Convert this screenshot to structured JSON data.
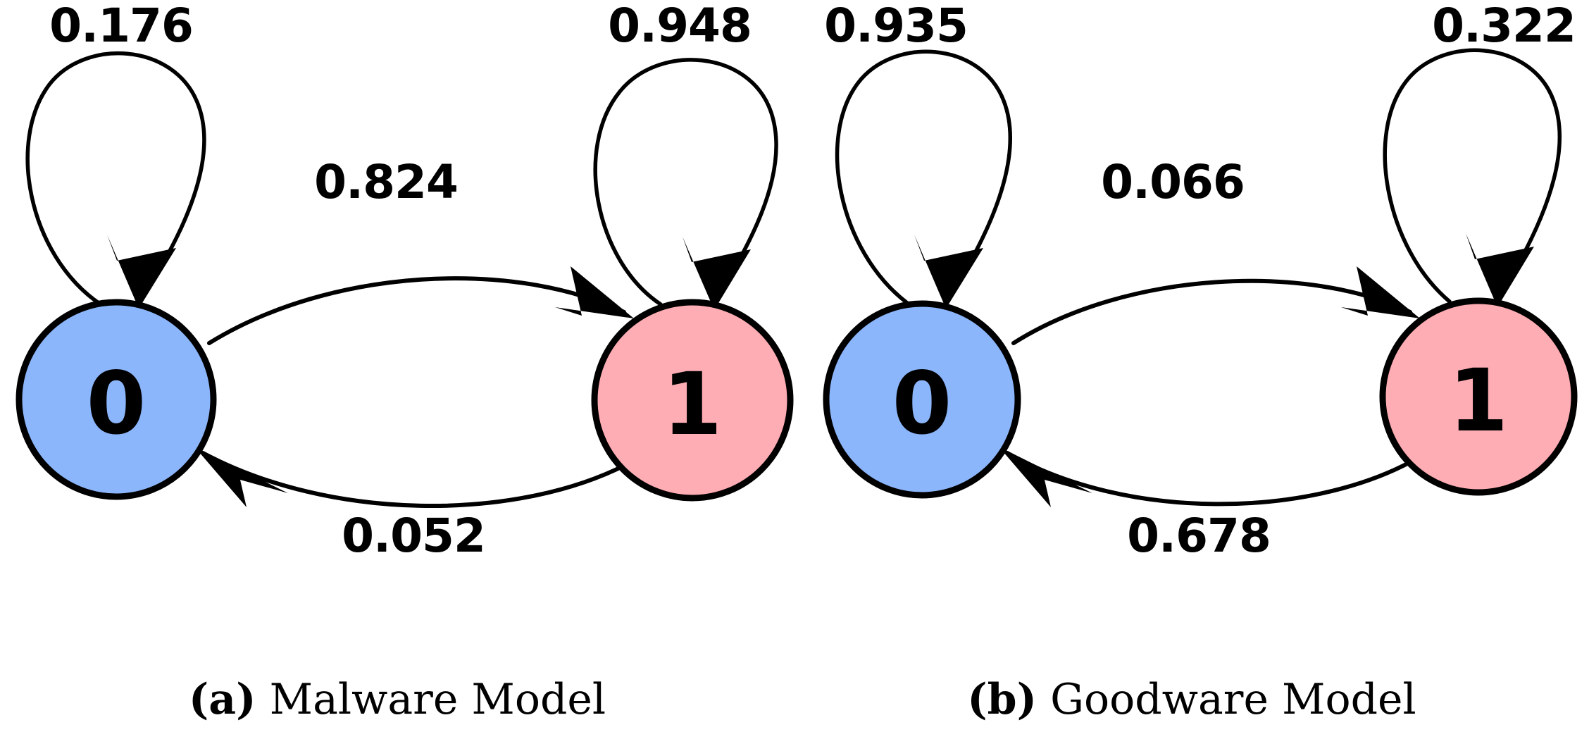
{
  "figure": {
    "background_color": "#ffffff",
    "node_colors": {
      "state0": "#8cb6fb",
      "state1": "#ffadb4",
      "outline": "#000000"
    }
  },
  "chart_data": {
    "type": "diagram",
    "title": "",
    "subtitle": "",
    "panels": [
      {
        "id": "a",
        "tag": "(a)",
        "caption": "Malware Model",
        "states": [
          {
            "id": "0",
            "label": "0",
            "color": "#8cb6fb"
          },
          {
            "id": "1",
            "label": "1",
            "color": "#ffadb4"
          }
        ],
        "transitions": [
          {
            "from": "0",
            "to": "0",
            "probability": "0.176",
            "kind": "self-loop"
          },
          {
            "from": "0",
            "to": "1",
            "probability": "0.824",
            "kind": "arc-top"
          },
          {
            "from": "1",
            "to": "1",
            "probability": "0.948",
            "kind": "self-loop"
          },
          {
            "from": "1",
            "to": "0",
            "probability": "0.052",
            "kind": "arc-bottom"
          }
        ]
      },
      {
        "id": "b",
        "tag": "(b)",
        "caption": "Goodware Model",
        "states": [
          {
            "id": "0",
            "label": "0",
            "color": "#8cb6fb"
          },
          {
            "id": "1",
            "label": "1",
            "color": "#ffadb4"
          }
        ],
        "transitions": [
          {
            "from": "0",
            "to": "0",
            "probability": "0.935",
            "kind": "self-loop"
          },
          {
            "from": "0",
            "to": "1",
            "probability": "0.066",
            "kind": "arc-top"
          },
          {
            "from": "1",
            "to": "1",
            "probability": "0.322",
            "kind": "self-loop"
          },
          {
            "from": "1",
            "to": "0",
            "probability": "0.678",
            "kind": "arc-bottom"
          }
        ]
      }
    ]
  },
  "panel_a": {
    "node0_label": "0",
    "node1_label": "1",
    "loop0_prob": "0.176",
    "loop1_prob": "0.948",
    "arc01_prob": "0.824",
    "arc10_prob": "0.052",
    "caption_tag": "(a)",
    "caption_text": " Malware Model"
  },
  "panel_b": {
    "node0_label": "0",
    "node1_label": "1",
    "loop0_prob": "0.935",
    "loop1_prob": "0.322",
    "arc01_prob": "0.066",
    "arc10_prob": "0.678",
    "caption_tag": "(b)",
    "caption_text": " Goodware Model"
  }
}
